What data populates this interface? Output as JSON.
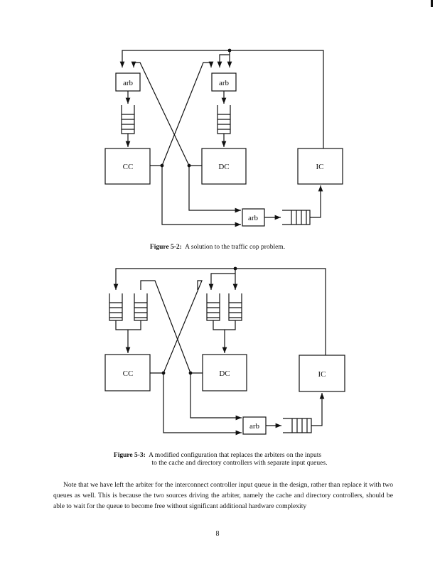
{
  "figure_1": {
    "labels": {
      "cc": "CC",
      "dc": "DC",
      "ic": "IC",
      "arb_left": "arb",
      "arb_right": "arb",
      "arb_bottom": "arb"
    },
    "caption_number": "Figure 5-2:",
    "caption_text": "A solution to the traffic cop problem."
  },
  "figure_2": {
    "labels": {
      "cc": "CC",
      "dc": "DC",
      "ic": "IC",
      "arb_bottom": "arb"
    },
    "caption_number": "Figure 5-3:",
    "caption_line1": "A modified configuration that replaces the arbiters on the inputs",
    "caption_line2": "to the cache and directory controllers with separate input queues."
  },
  "body_paragraph": "Note that we have left the arbiter for the interconnect controller input queue in the design, rather than replace it with two queues as well. This is because the two sources driving the arbiter, namely the cache and directory controllers, should be able to wait for the queue to become free without significant additional hardware complexity",
  "page_number": "8"
}
